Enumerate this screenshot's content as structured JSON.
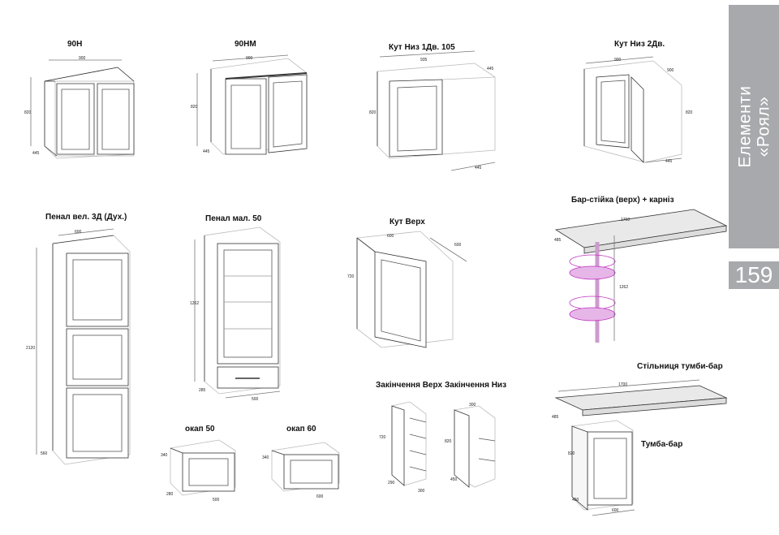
{
  "side": {
    "title_line1": "Елементи",
    "title_line2": "«Роял»",
    "page_number": "159"
  },
  "labels": {
    "c1": "90Н",
    "c2": "90НМ",
    "c3": "Кут Низ 1Дв. 105",
    "c4": "Кут Низ 2Дв.",
    "c5": "Пенал вел. 3Д (Дух.)",
    "c6": "Пенал мал. 50",
    "c7": "Кут Верх",
    "c8": "Бар-стійка (верх) + карніз",
    "c9": "Стільниця тумби-бар",
    "c10": "Закінчення Верх",
    "c11": "Закінчення Низ",
    "c12": "окап 50",
    "c13": "окап 60",
    "c14": "Тумба-бар"
  },
  "dims": {
    "d900a": "900",
    "d820a": "820",
    "d445a": "445",
    "d900b": "900",
    "d820b": "820",
    "d445b": "445",
    "d935": "935",
    "d445c": "445",
    "d820c": "820",
    "d445d": "445",
    "d900c": "900",
    "d900d": "900",
    "d820d": "820",
    "d445e": "445",
    "d600a": "600",
    "d2120": "2120",
    "d560": "560",
    "d1262a": "1262",
    "d285": "285",
    "d500a": "500",
    "d600b": "600",
    "d600c": "600",
    "d720a": "720",
    "d1700a": "1700",
    "d485a": "485",
    "d1262b": "1262",
    "d1700b": "1700",
    "d485b": "485",
    "d720b": "720",
    "d300a": "300",
    "d290": "290",
    "d820e": "820",
    "d300b": "300",
    "d450a": "450",
    "d340a": "340",
    "d500b": "500",
    "d280": "280",
    "d340b": "340",
    "d600d": "600",
    "d820f": "820",
    "d600e": "600",
    "d450b": "450"
  }
}
